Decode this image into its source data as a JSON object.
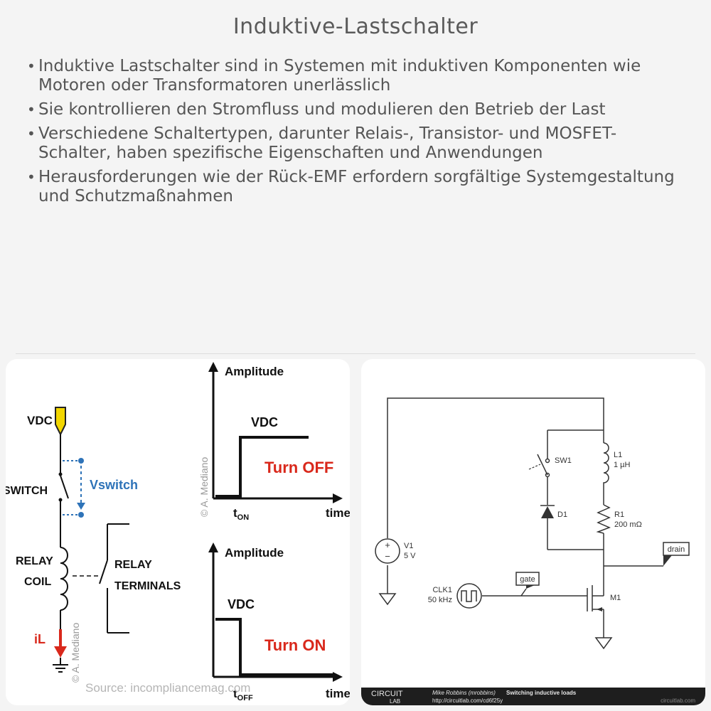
{
  "title": "Induktive-Lastschalter",
  "bullets": [
    "Induktive Lastschalter sind in Systemen mit induktiven Komponenten wie Motoren oder Transformatoren unerlässlich",
    "Sie kontrollieren den Stromfluss und modulieren den Betrieb der Last",
    "Verschiedene Schaltertypen, darunter Relais-, Transistor- und MOSFET-Schalter, haben spezifische Eigenschaften und Anwendungen",
    "Herausforderungen wie der Rück-EMF erfordern sorgfältige Systemgestaltung und Schutzmaßnahmen"
  ],
  "relay_figure": {
    "vdc": "VDC",
    "switch": "SWITCH",
    "vswitch": "Vswitch",
    "relay_coil_1": "RELAY",
    "relay_coil_2": "COIL",
    "relay_terminals_1": "RELAY",
    "relay_terminals_2": "TERMINALS",
    "il": "iL",
    "copyright": "© A. Mediano",
    "source": "Source: incompliancemag.com",
    "plot_off": {
      "ylabel": "Amplitude",
      "level": "VDC",
      "caption": "Turn OFF",
      "tick_main": "t",
      "tick_sub": "ON",
      "xlabel": "time"
    },
    "plot_on": {
      "ylabel": "Amplitude",
      "level": "VDC",
      "caption": "Turn ON",
      "tick_main": "t",
      "tick_sub": "OFF",
      "xlabel": "time"
    }
  },
  "circuit": {
    "sw1": "SW1",
    "l1_name": "L1",
    "l1_value": "1 µH",
    "d1": "D1",
    "r1_name": "R1",
    "r1_value": "200 mΩ",
    "v1_name": "V1",
    "v1_value": "5 V",
    "drain": "drain",
    "gate": "gate",
    "clk_name": "CLK1",
    "clk_value": "50 kHz",
    "m1": "M1",
    "footer_brand_1": "CIRCUIT",
    "footer_brand_2": "LAB",
    "footer_author": "Mike Robbins (mrobbins)",
    "footer_title": "Switching inductive loads",
    "footer_url": "http://circuitlab.com/cd6f25y",
    "footer_site": "circuitlab.com"
  },
  "colors": {
    "red": "#d9281b",
    "blue": "#2e73b8",
    "yellow": "#f2d600"
  }
}
